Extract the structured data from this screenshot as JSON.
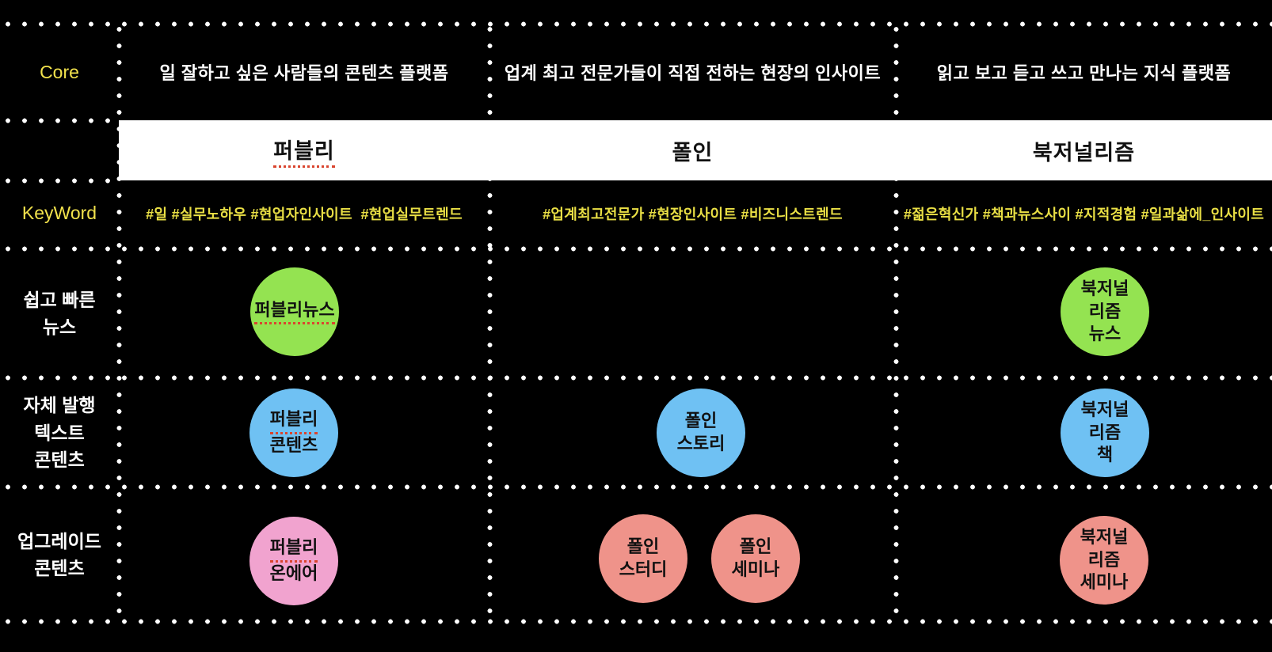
{
  "palette": {
    "background": "#000000",
    "dot": "#ffffff",
    "band_bg": "#ffffff",
    "label_yellow": "#f2e24c",
    "keyword_yellow": "#e9df45",
    "green": "#94e351",
    "blue": "#6fc1f3",
    "pink": "#f1a3cf",
    "salmon": "#ef938a",
    "circle_text": "#111111",
    "underline_red": "#d9452f"
  },
  "left_column": {
    "core_label": "Core",
    "keyword_label": "KeyWord",
    "row_labels": [
      "쉽고 빠른\n뉴스",
      "자체 발행\n텍스트\n콘텐츠",
      "업그레이드\n콘텐츠"
    ]
  },
  "columns": [
    {
      "brand": "퍼블리",
      "core": "일 잘하고 싶은 사람들의 콘텐츠 플랫폼",
      "keywords": "#일 #실무노하우 #현업자인사이트  #현업실무트렌드"
    },
    {
      "brand": "폴인",
      "core": "업계 최고 전문가들이 직접 전하는 현장의 인사이트",
      "keywords": "#업계최고전문가 #현장인사이트 #비즈니스트렌드"
    },
    {
      "brand": "북저널리즘",
      "core": "읽고 보고 듣고 쓰고 만나는 지식 플랫폼",
      "keywords": "#젊은혁신가 #책과뉴스사이 #지적경험 #일과삶에_인사이트"
    }
  ],
  "circles": {
    "publy_news": {
      "text": "퍼블리뉴스"
    },
    "publy_content": {
      "line1": "퍼블리",
      "line2": "콘텐츠"
    },
    "publy_onair": {
      "line1": "퍼블리",
      "line2": "온에어"
    },
    "folin_story": {
      "text": "폴인\n스토리"
    },
    "folin_study": {
      "text": "폴인\n스터디"
    },
    "folin_seminar": {
      "text": "폴인\n세미나"
    },
    "bookjournalism_news": {
      "text": "북저널\n리즘\n뉴스"
    },
    "bookjournalism_book": {
      "text": "북저널\n리즘\n책"
    },
    "bookjournalism_seminar": {
      "text": "북저널\n리즘\n세미나"
    }
  }
}
